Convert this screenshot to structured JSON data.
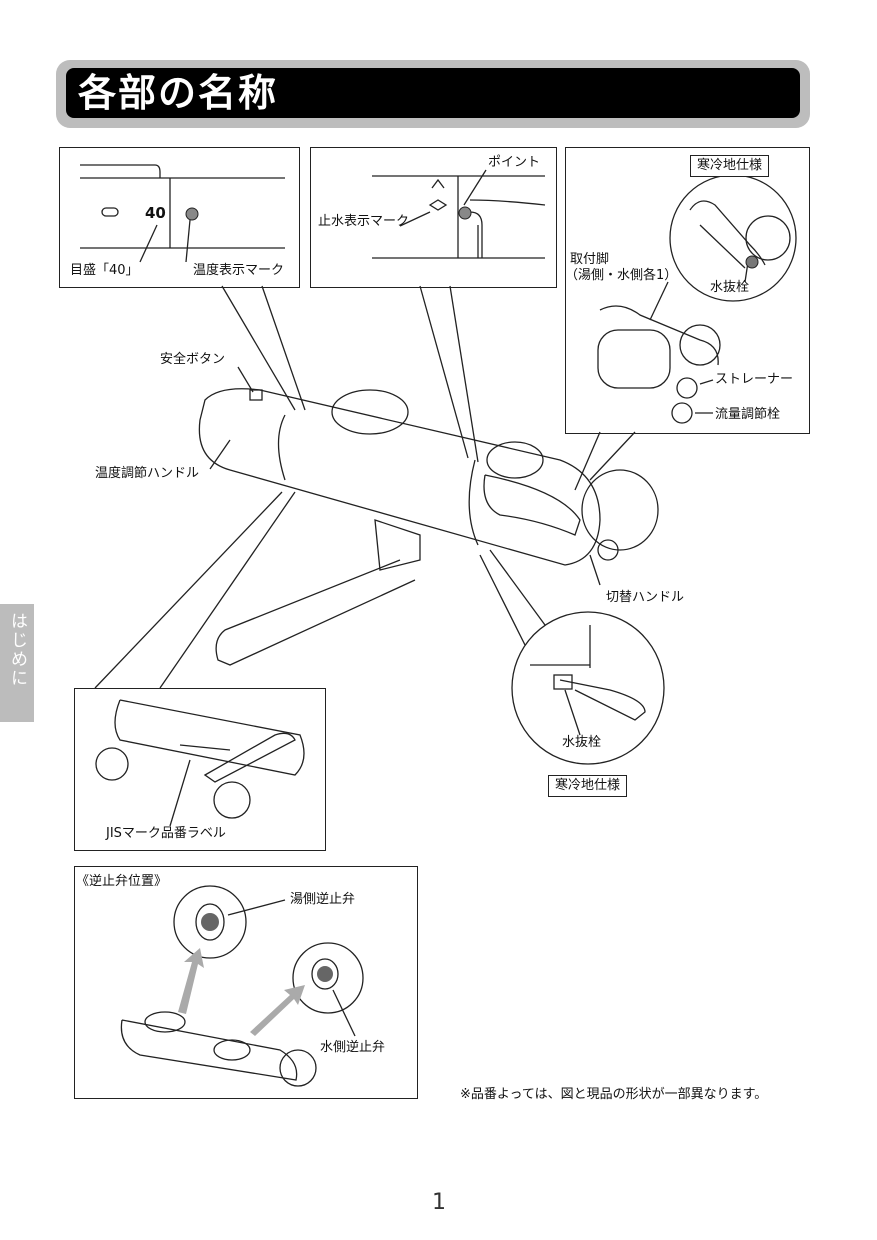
{
  "header": {
    "title": "各部の名称"
  },
  "side_tab": {
    "label": "はじめに"
  },
  "inset_scale": {
    "number": "40",
    "label_scale": "目盛「40」",
    "label_temp_mark": "温度表示マーク"
  },
  "inset_point": {
    "label_point": "ポイント",
    "label_stop": "止水表示マーク"
  },
  "inset_cold_top": {
    "badge": "寒冷地仕様",
    "label_leg": "取付脚",
    "label_leg_sub": "（湯側・水側各1）",
    "label_drain": "水抜栓",
    "label_strainer": "ストレーナー",
    "label_flow": "流量調節栓"
  },
  "main_labels": {
    "safety_button": "安全ボタン",
    "temp_handle": "温度調節ハンドル",
    "switch_handle": "切替ハンドル"
  },
  "inset_cold_bottom": {
    "label_drain": "水抜栓",
    "badge": "寒冷地仕様"
  },
  "inset_jis": {
    "label": "JISマーク品番ラベル"
  },
  "inset_check": {
    "title": "《逆止弁位置》",
    "hot": "湯側逆止弁",
    "cold": "水側逆止弁"
  },
  "footnote": "※品番よっては、図と現品の形状が一部異なります。",
  "page_number": "1"
}
